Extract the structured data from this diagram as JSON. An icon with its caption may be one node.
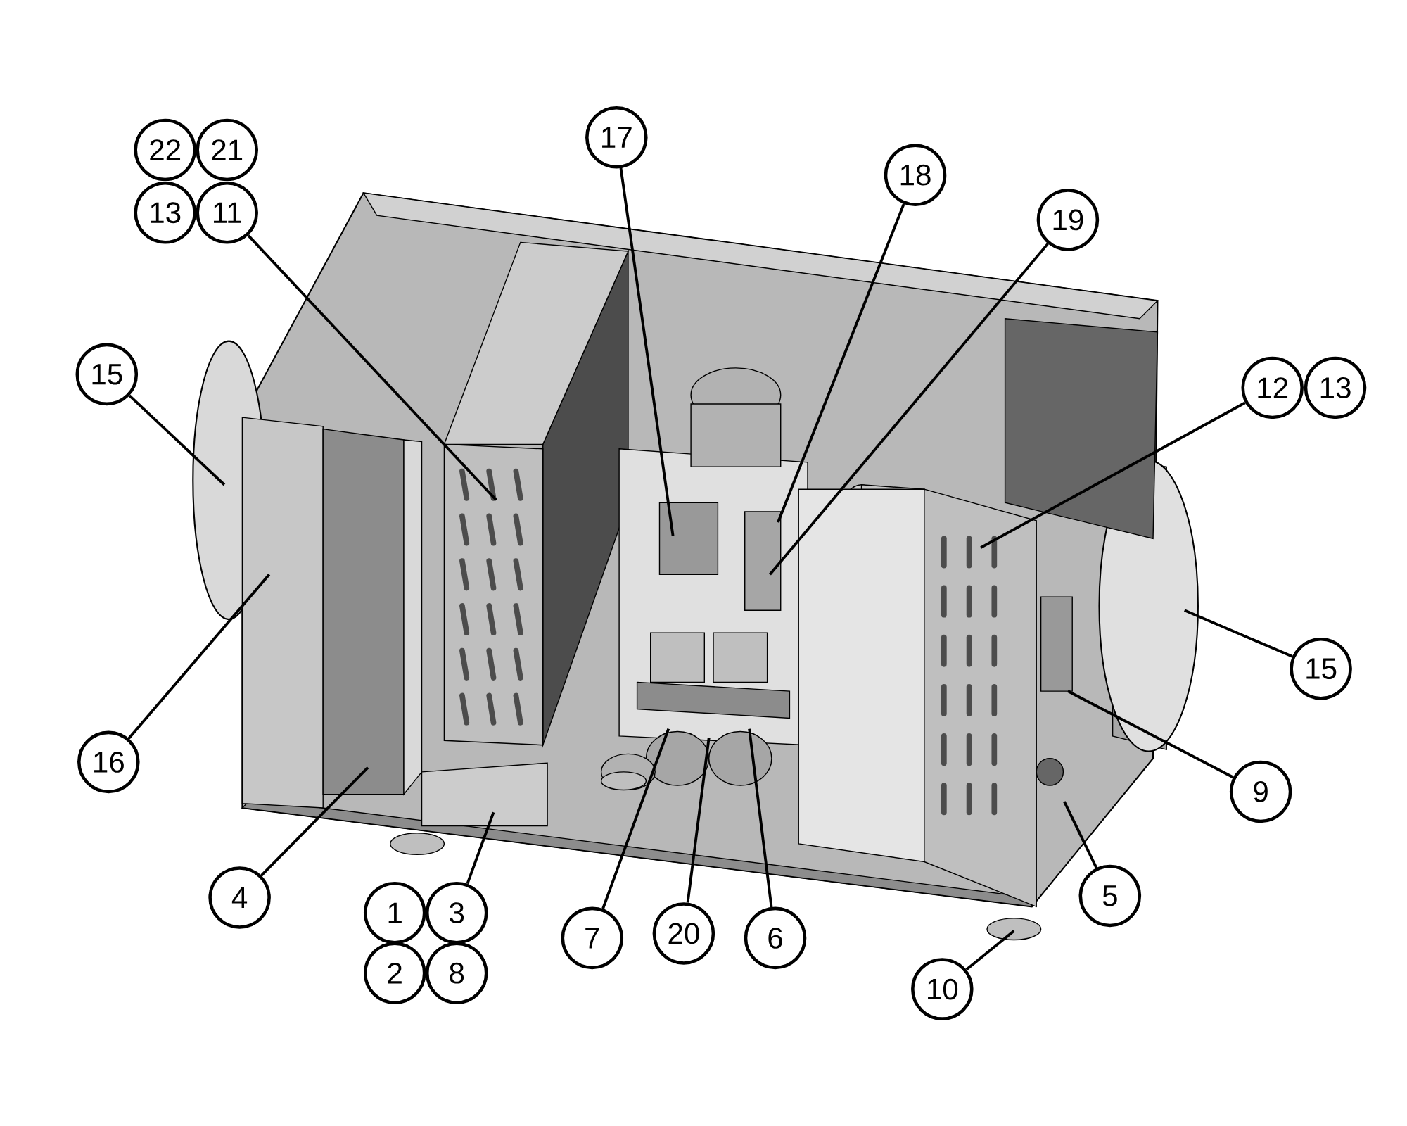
{
  "diagram": {
    "nodes": [
      {
        "text": [
          "22"
        ]
      },
      {
        "text": [
          "21"
        ]
      },
      {
        "text": [
          "13"
        ]
      },
      {
        "text": [
          "11"
        ]
      },
      {
        "text": [
          "17"
        ]
      },
      {
        "text": [
          "18"
        ]
      },
      {
        "text": [
          "19"
        ]
      },
      {
        "text": [
          "15"
        ]
      },
      {
        "text": [
          "12"
        ]
      },
      {
        "text": [
          "13"
        ]
      },
      {
        "text": [
          "15"
        ]
      },
      {
        "text": [
          "16"
        ]
      },
      {
        "text": [
          "9"
        ]
      },
      {
        "text": [
          "5"
        ]
      },
      {
        "text": [
          "4"
        ]
      },
      {
        "text": [
          "1"
        ]
      },
      {
        "text": [
          "3"
        ]
      },
      {
        "text": [
          "7"
        ]
      },
      {
        "text": [
          "20"
        ]
      },
      {
        "text": [
          "6"
        ]
      },
      {
        "text": [
          "2"
        ]
      },
      {
        "text": [
          "8"
        ]
      },
      {
        "text": [
          "10"
        ]
      }
    ],
    "edges": [
      {
        "from": 3,
        "to": null,
        "arrow": "none"
      },
      {
        "from": 4,
        "to": null,
        "arrow": "none"
      },
      {
        "from": 5,
        "to": null,
        "arrow": "none"
      },
      {
        "from": 6,
        "to": null,
        "arrow": "none"
      },
      {
        "from": 7,
        "to": null,
        "arrow": "none"
      },
      {
        "from": 8,
        "to": null,
        "arrow": "none"
      },
      {
        "from": 10,
        "to": null,
        "arrow": "none"
      },
      {
        "from": 11,
        "to": null,
        "arrow": "none"
      },
      {
        "from": 12,
        "to": null,
        "arrow": "none"
      },
      {
        "from": 13,
        "to": null,
        "arrow": "none"
      },
      {
        "from": 14,
        "to": null,
        "arrow": "none"
      },
      {
        "from": 16,
        "to": null,
        "arrow": "none"
      },
      {
        "from": 17,
        "to": null,
        "arrow": "none"
      },
      {
        "from": 18,
        "to": null,
        "arrow": "none"
      },
      {
        "from": 19,
        "to": null,
        "arrow": "none"
      },
      {
        "from": 22,
        "to": null,
        "arrow": "none"
      }
    ]
  }
}
